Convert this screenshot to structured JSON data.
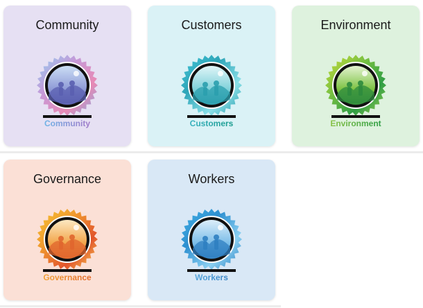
{
  "cards": [
    {
      "title": "Community",
      "badge_label": "Community",
      "bg": "#e6e0f3",
      "label_colors": [
        "#6fb4e6",
        "#a27ac9"
      ],
      "ring_colors": [
        "#8fd3f2",
        "#c49ad9",
        "#e88ab5",
        "#7fa7e0"
      ],
      "scene_colors": [
        "#cfe2f7",
        "#8e9ad6",
        "#5a5fb0"
      ],
      "badge_icon": "community-badge-icon"
    },
    {
      "title": "Customers",
      "badge_label": "Customers",
      "bg": "#daf2f6",
      "label_colors": [
        "#3bb2c0",
        "#1a9c8e"
      ],
      "ring_colors": [
        "#44c6d8",
        "#2ea5b8",
        "#8be0e8",
        "#1c93a3"
      ],
      "scene_colors": [
        "#e5f7f9",
        "#7fd1da",
        "#2b9fae"
      ],
      "badge_icon": "handshake-badge-icon"
    },
    {
      "title": "Environment",
      "badge_label": "Environment",
      "bg": "#def2de",
      "label_colors": [
        "#8bc34a",
        "#2e9e44"
      ],
      "ring_colors": [
        "#cddc39",
        "#7cc242",
        "#2f9e44",
        "#a6d04f"
      ],
      "scene_colors": [
        "#e9f6d8",
        "#7cc242",
        "#2e8b3d"
      ],
      "badge_icon": "mountain-badge-icon"
    },
    {
      "title": "Governance",
      "badge_label": "Governance",
      "bg": "#fbe0d6",
      "label_colors": [
        "#f2a43a",
        "#e26b2b"
      ],
      "ring_colors": [
        "#f6c431",
        "#f09a2f",
        "#e2552c",
        "#f7d454"
      ],
      "scene_colors": [
        "#fdecc8",
        "#f2a54a",
        "#e0662e"
      ],
      "badge_icon": "columns-badge-icon"
    },
    {
      "title": "Workers",
      "badge_label": "Workers",
      "bg": "#d9e8f6",
      "label_colors": [
        "#5aa7dc",
        "#3b86c6"
      ],
      "ring_colors": [
        "#43b3e6",
        "#2d8fd0",
        "#8cd0f2",
        "#1f78bd"
      ],
      "scene_colors": [
        "#e2f1fb",
        "#7bbde8",
        "#2f7fc1"
      ],
      "badge_icon": "workers-badge-icon"
    }
  ]
}
